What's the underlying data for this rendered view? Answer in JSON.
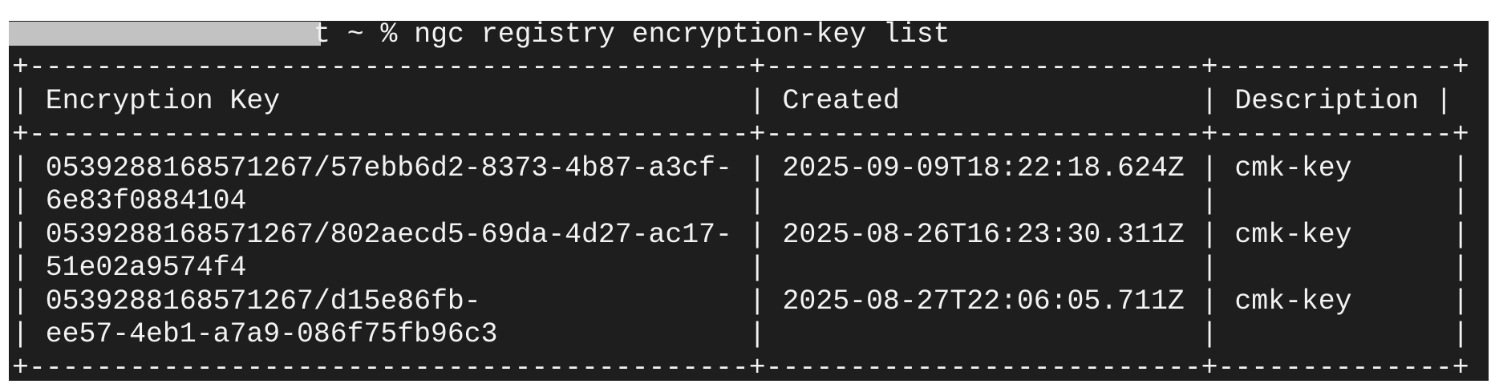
{
  "terminal": {
    "background": "#1e1e1e",
    "foreground": "#f2f2f2",
    "prompt": {
      "redacted": true,
      "visible_suffix": "t ~ % ",
      "command": "ngc registry encryption-key list"
    },
    "table": {
      "border_top": "+-------------------------------------------+--------------------------+--------------+",
      "header_line": "| Encryption Key                            | Created                  | Description |",
      "border_mid": "+-------------------------------------------+--------------------------+--------------+",
      "border_bottom": "+-------------------------------------------+--------------------------+--------------+",
      "columns": [
        "Encryption Key",
        "Created",
        "Description"
      ],
      "rows": [
        {
          "encryption_key": "0539288168571267/57ebb6d2-8373-4b87-a3cf-6e83f0884104",
          "created": "2025-09-09T18:22:18.624Z",
          "description": "cmk-key",
          "lines": [
            "| 0539288168571267/57ebb6d2-8373-4b87-a3cf- | 2025-09-09T18:22:18.624Z | cmk-key      |",
            "| 6e83f0884104                              |                          |              |"
          ]
        },
        {
          "encryption_key": "0539288168571267/802aecd5-69da-4d27-ac17-51e02a9574f4",
          "created": "2025-08-26T16:23:30.311Z",
          "description": "cmk-key",
          "lines": [
            "| 0539288168571267/802aecd5-69da-4d27-ac17- | 2025-08-26T16:23:30.311Z | cmk-key      |",
            "| 51e02a9574f4                              |                          |              |"
          ]
        },
        {
          "encryption_key": "0539288168571267/d15e86fb-ee57-4eb1-a7a9-086f75fb96c3",
          "created": "2025-08-27T22:06:05.711Z",
          "description": "cmk-key",
          "lines": [
            "| 0539288168571267/d15e86fb-                | 2025-08-27T22:06:05.711Z | cmk-key      |",
            "| ee57-4eb1-a7a9-086f75fb96c3               |                          |              |"
          ]
        }
      ]
    }
  }
}
